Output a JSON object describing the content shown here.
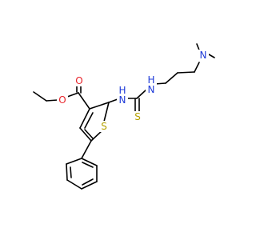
{
  "molecule": {
    "colors": {
      "bond": "#000000",
      "oxygen": "#e8232a",
      "nitrogen": "#1f3bd8",
      "sulfur": "#b5a100"
    },
    "atoms": {
      "n_dimethyl": "N",
      "nh_thiourea_left": "H",
      "nh_thiourea_left_n": "N",
      "nh_thiourea_right": "N",
      "nh_thiourea_right_h": "H",
      "thiocarbonyl_s": "S",
      "ring_s": "S",
      "carbonyl_o": "O",
      "ester_o": "O"
    }
  }
}
